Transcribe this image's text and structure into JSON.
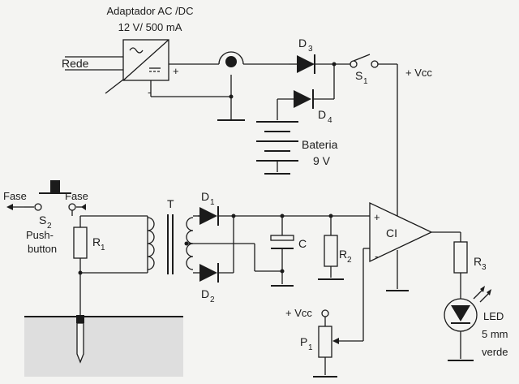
{
  "adapter": {
    "title": "Adaptador AC /DC",
    "rating": "12 V/ 500 mA",
    "plus": "+",
    "minus": "-"
  },
  "mains_label": "Rede",
  "diodes": {
    "d1": "D",
    "d1_sub": "1",
    "d2": "D",
    "d2_sub": "2",
    "d3": "D",
    "d3_sub": "3",
    "d4": "D",
    "d4_sub": "4"
  },
  "switch_s1": {
    "name": "S",
    "sub": "1"
  },
  "vcc_label": "+ Vcc",
  "battery": {
    "name": "Bateria",
    "voltage": "9 V"
  },
  "fase_left": "Fase",
  "fase_right": "Fase",
  "pushbutton": {
    "name": "S",
    "sub": "2",
    "line1": "Push-",
    "line2": "button"
  },
  "resistors": {
    "r1": "R",
    "r1_sub": "1",
    "r2": "R",
    "r2_sub": "2",
    "r3": "R",
    "r3_sub": "3"
  },
  "transformer": "T",
  "capacitor": "C",
  "comparator": {
    "name": "CI",
    "plus": "+",
    "minus": "-"
  },
  "potentiometer": {
    "vcc": "+ Vcc",
    "name": "P",
    "sub": "1"
  },
  "led": {
    "name": "LED",
    "size": "5 mm",
    "color": "verde"
  }
}
